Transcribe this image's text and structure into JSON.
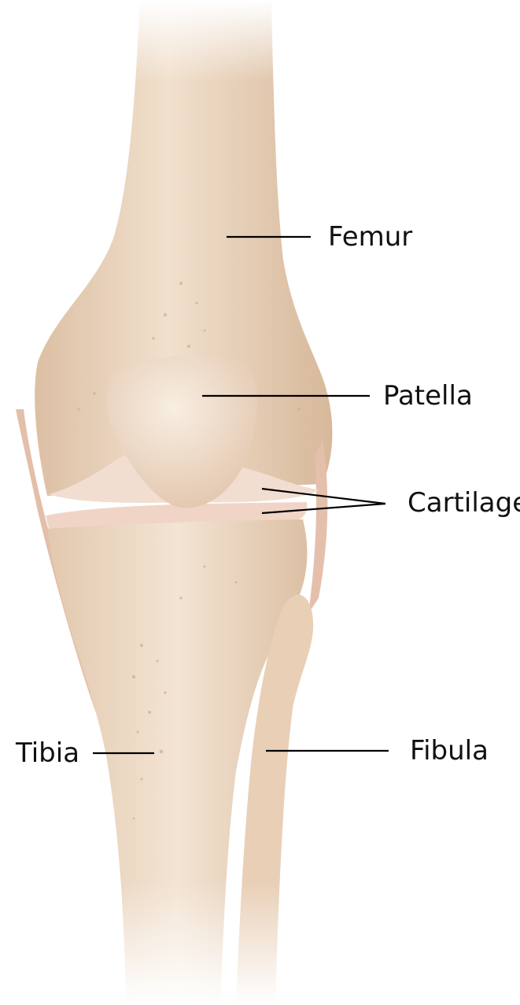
{
  "labels": {
    "femur": "Femur",
    "patella": "Patella",
    "cartilage": "Cartilage",
    "tibia": "Tibia",
    "fibula": "Fibula"
  },
  "colors": {
    "background": "#ffffff",
    "bone": "#ecd8c2",
    "bone_shadow": "#d9b99b",
    "cartilage": "#f1d8cc",
    "ligament": "#e7c4b2",
    "speckle": "#c99a78",
    "leader_line": "#000000"
  }
}
